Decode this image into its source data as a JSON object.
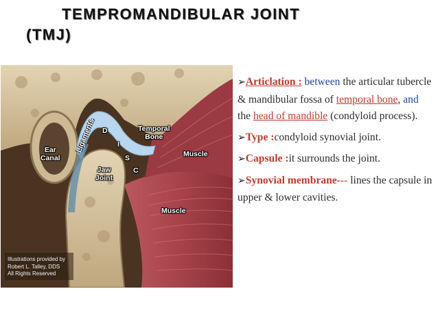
{
  "slide": {
    "title_line1": "TEMPROMANDIBULAR JOINT",
    "title_line2": "(TMJ)"
  },
  "figure": {
    "labels": {
      "d": "D",
      "i": "I",
      "s": "S",
      "c": "C",
      "temporal_bone": "Temporal\nBone",
      "ear_canal": "Ear\nCanal",
      "jaw_joint": "Jaw\nJoint",
      "muscle_upper": "Muscle",
      "muscle_lower": "Muscle",
      "ligaments": "Ligaments"
    },
    "credit_line1": "Illustrations provided by",
    "credit_line2": "Robert L. Talley, DDS",
    "credit_line3": "All Rights Reserved",
    "colors": {
      "bone": "#d8c7a4",
      "bone_dark": "#a88e67",
      "disc": "#b8d6ee",
      "muscle": "#a8434a",
      "background": "#4a3421"
    }
  },
  "content": {
    "articulation": {
      "arrow": "➢",
      "label": "Articlation :",
      "t1": " between",
      "t2": " the articular tubercle & mandibular fossa of ",
      "link1": "temporal bone",
      "t3": ",",
      "t4": " and",
      "t5": " the ",
      "link2": "head of mandible",
      "t6": " (condyloid process)."
    },
    "type": {
      "arrow": "➢",
      "label": "Type :",
      "text": "condyloid synovial joint."
    },
    "capsule": {
      "arrow": "➢",
      "label": "Capsule :",
      "text": "it surrounds the joint."
    },
    "synovial": {
      "arrow": "➢",
      "label": "Synovial membrane-",
      "dashes": "--",
      "text": " lines the capsule in upper & lower cavities."
    }
  }
}
